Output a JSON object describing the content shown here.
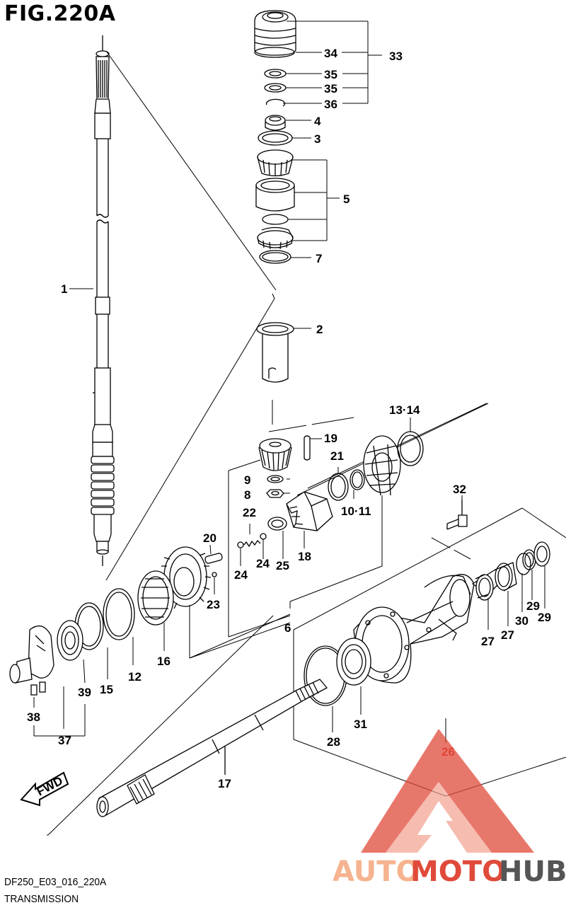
{
  "figure": {
    "title": "FIG.220A",
    "code": "DF250_E03_016_220A",
    "section": "TRANSMISSION"
  },
  "labels": {
    "p1": "1",
    "p2": "2",
    "p3": "3",
    "p4": "4",
    "p5": "5",
    "p6": "6",
    "p7": "7",
    "p8": "8",
    "p9": "9",
    "p10_11": "10·11",
    "p12": "12",
    "p13_14": "13·14",
    "p15": "15",
    "p16": "16",
    "p17": "17",
    "p18": "18",
    "p19": "19",
    "p20": "20",
    "p21": "21",
    "p22": "22",
    "p23": "23",
    "p24a": "24",
    "p24b": "24",
    "p25": "25",
    "p26": "26",
    "p27a": "27",
    "p27b": "27",
    "p28": "28",
    "p29a": "29",
    "p29b": "29",
    "p30": "30",
    "p31": "31",
    "p32": "32",
    "p33": "33",
    "p34": "34",
    "p35a": "35",
    "p35b": "35",
    "p36": "36",
    "p37": "37",
    "p38": "38",
    "p39": "39"
  },
  "arrow": {
    "label": "FWD"
  },
  "watermark": {
    "part1": "AUTO",
    "part2": "MOTO",
    "part3": "HUB",
    "color_primary": "#f6b38f",
    "color_secondary": "#e04a3a",
    "color_dark": "#555555"
  }
}
